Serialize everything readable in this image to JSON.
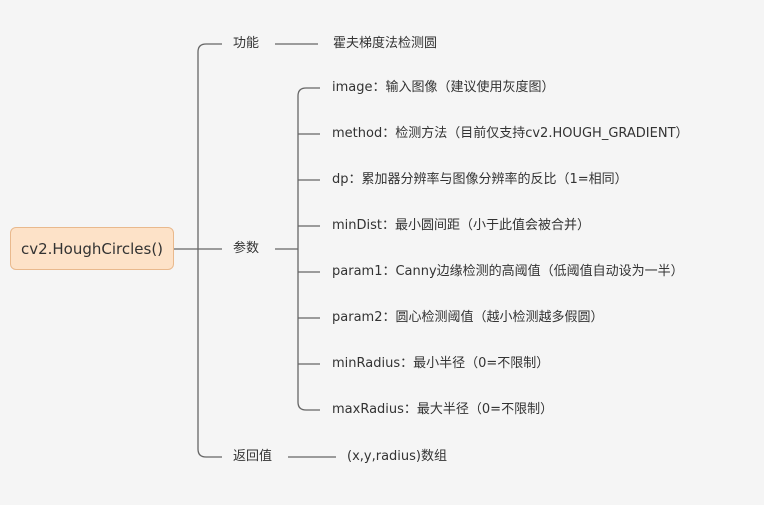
{
  "root": {
    "label": "cv2.HoughCircles()"
  },
  "branches": {
    "function": {
      "label": "功能",
      "child": "霍夫梯度法检测圆"
    },
    "params": {
      "label": "参数",
      "items": [
        "image：输入图像（建议使用灰度图）",
        "method：检测方法（目前仅支持cv2.HOUGH_GRADIENT）",
        "dp：累加器分辨率与图像分辨率的反比（1=相同）",
        "minDist：最小圆间距（小于此值会被合并）",
        "param1：Canny边缘检测的高阈值（低阈值自动设为一半）",
        "param2：圆心检测阈值（越小检测越多假圆）",
        "minRadius：最小半径（0=不限制）",
        "maxRadius：最大半径（0=不限制）"
      ]
    },
    "returns": {
      "label": "返回值",
      "child": "(x,y,radius)数组"
    }
  },
  "colors": {
    "line": "#666666",
    "root_fill": "#fde2c8",
    "root_border": "#e9b98d",
    "text": "#333333",
    "background": "#f5f5f5"
  }
}
